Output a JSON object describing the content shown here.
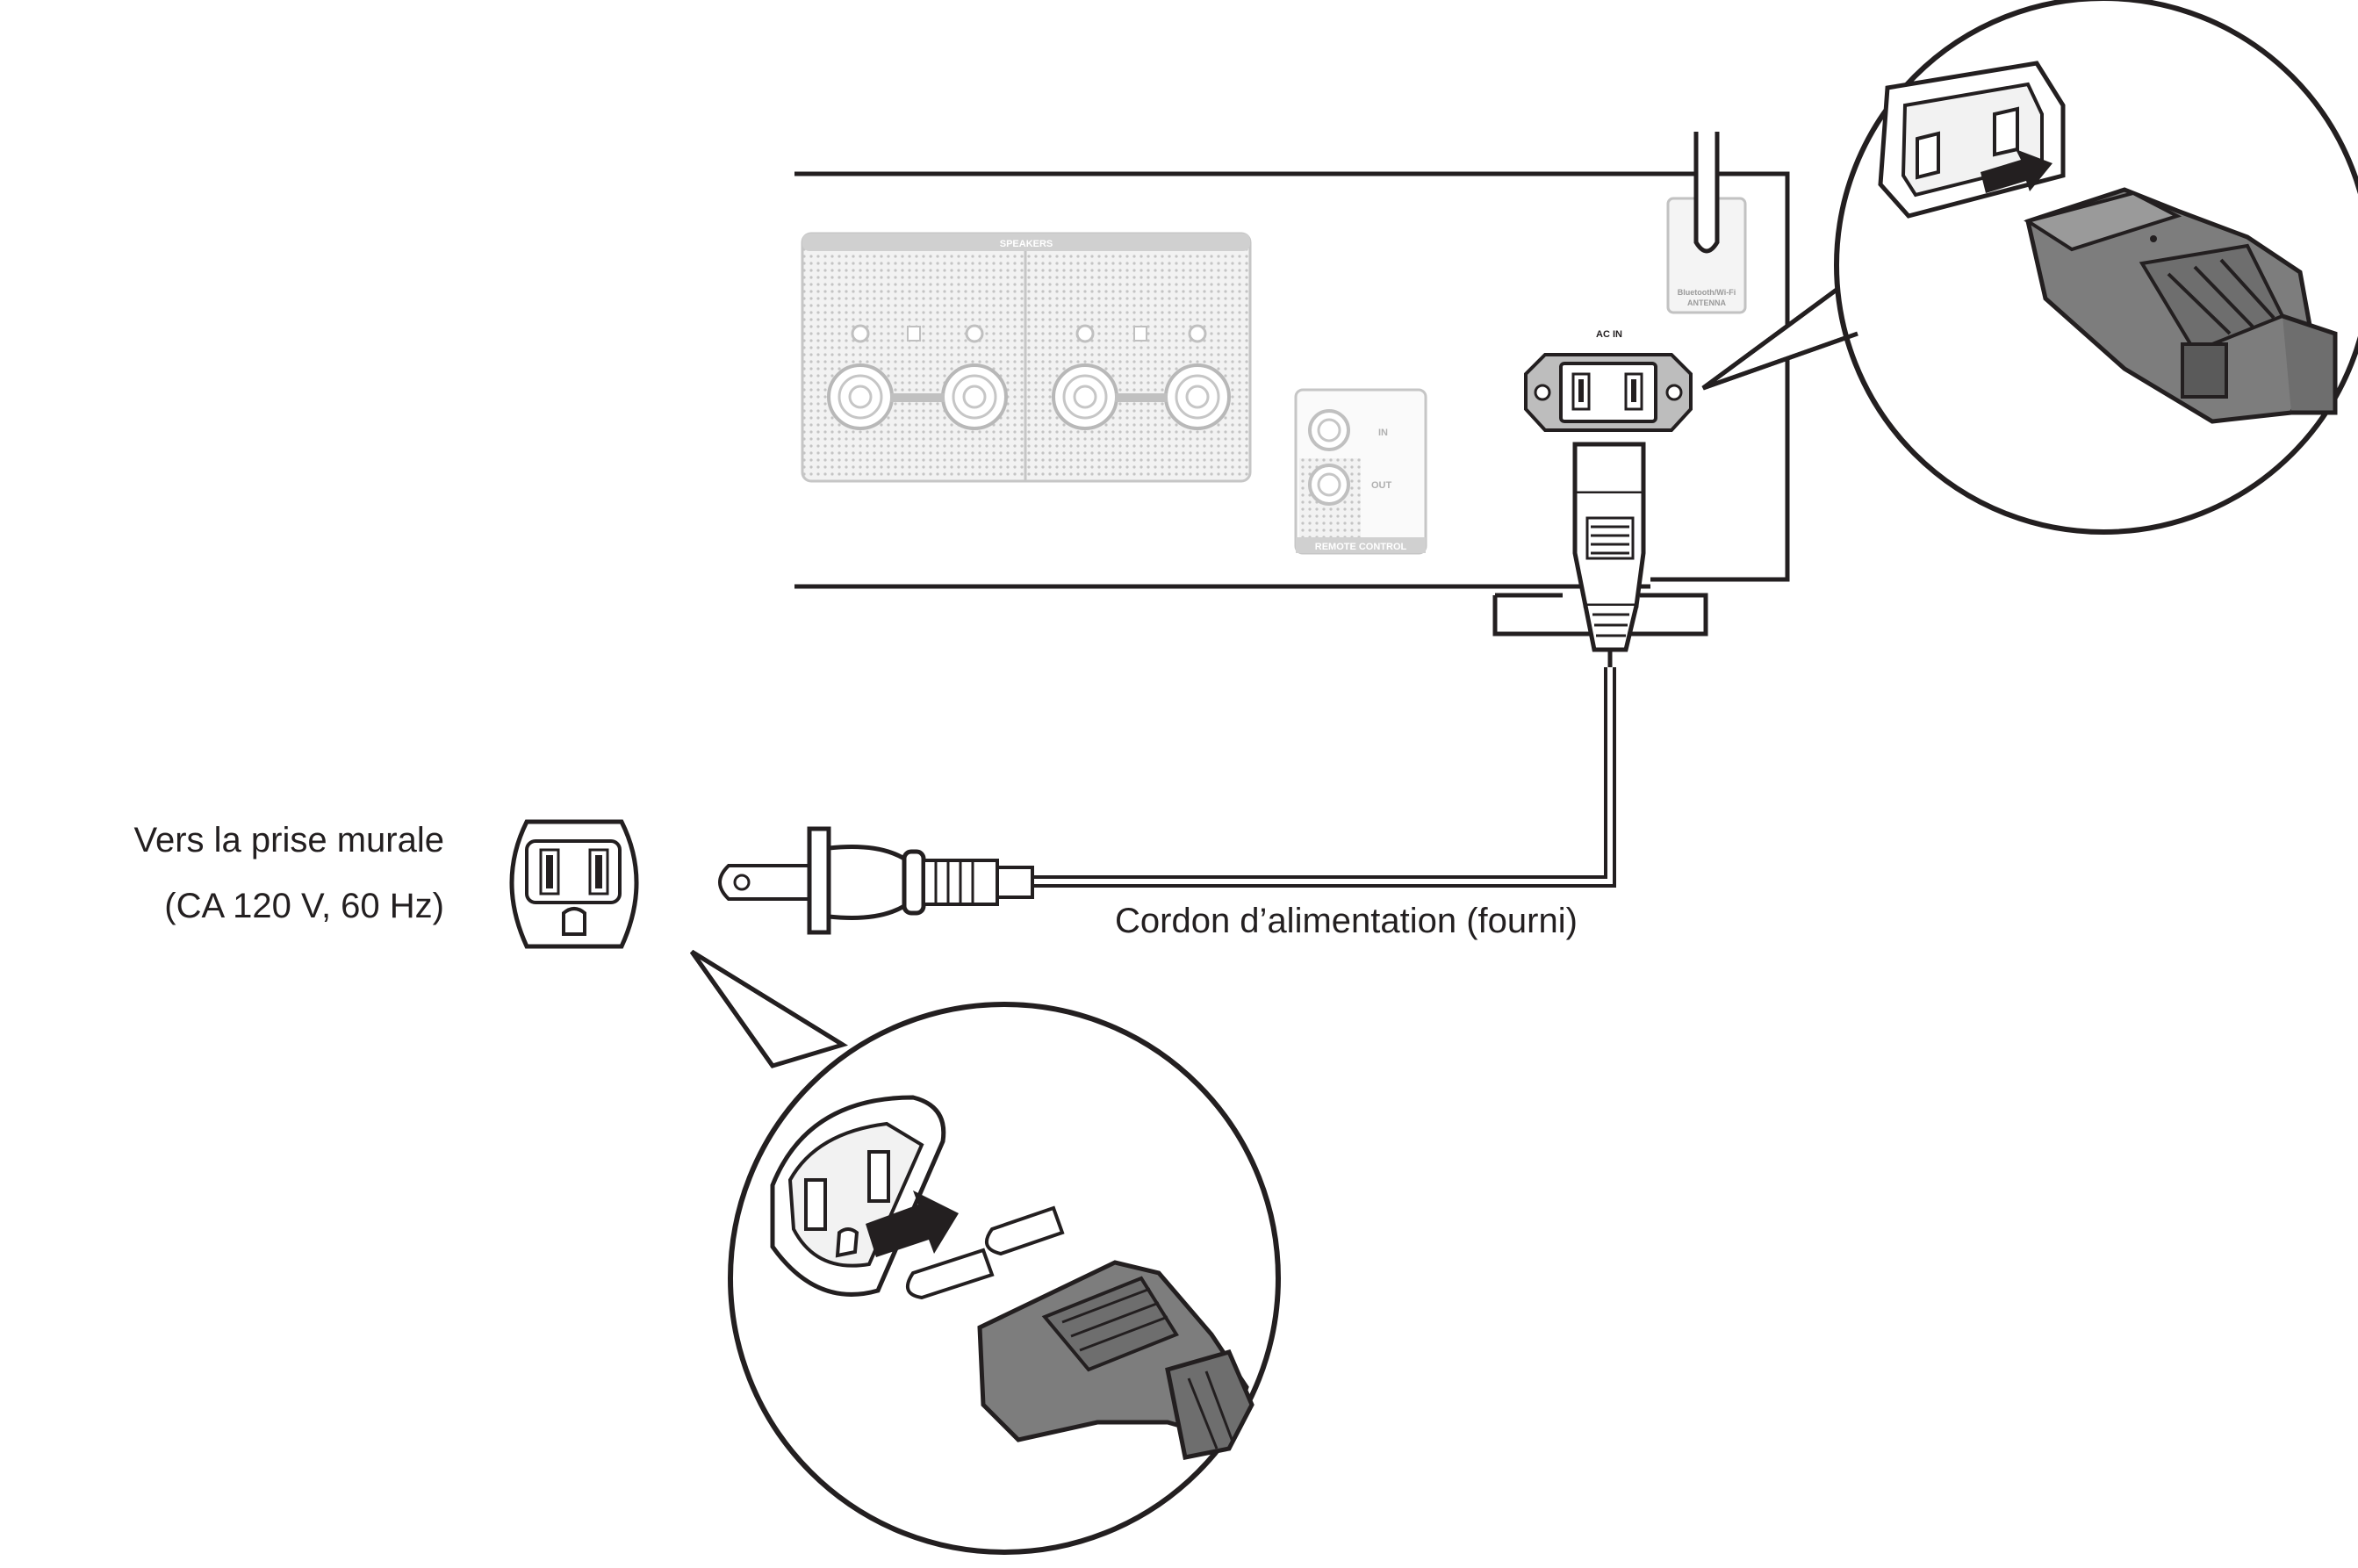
{
  "labels": {
    "wall_outlet_line1": "Vers la prise murale",
    "wall_outlet_line2": "(CA 120 V, 60 Hz)",
    "power_cord": "Cordon d’alimentation (fourni)"
  },
  "panel": {
    "speakers": "SPEAKERS",
    "remote_control": "REMOTE CONTROL",
    "remote_in": "IN",
    "remote_out": "OUT",
    "antenna_line1": "Bluetooth/Wi-Fi",
    "antenna_line2": "ANTENNA",
    "ac_in": "AC IN"
  },
  "colors": {
    "line": "#231f20",
    "panel_fill": "#e8e8e8",
    "panel_stroke": "#bdbdbd",
    "plug_gray": "#7d7d7d",
    "plug_dark": "#5a5a5a"
  }
}
